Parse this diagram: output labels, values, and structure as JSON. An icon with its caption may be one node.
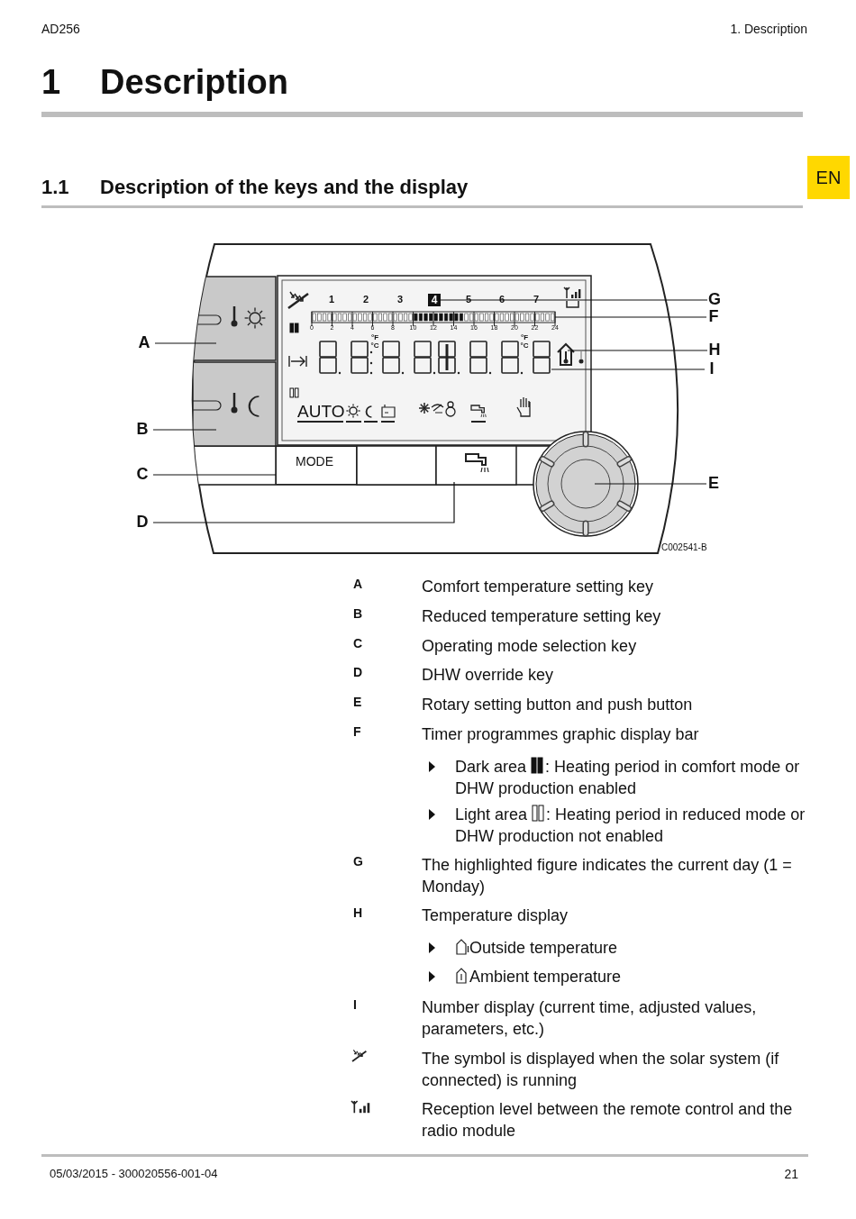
{
  "diagram": {
    "title": "Description",
    "nodes": [
      {
        "text": [
          "A"
        ]
      },
      {
        "text": [],
        "shape": "box"
      },
      {
        "text": [
          "B"
        ]
      },
      {
        "text": [],
        "shape": "box"
      },
      {
        "text": [
          "C"
        ]
      },
      {
        "text": [
          "MODE"
        ]
      },
      {
        "text": [
          "D"
        ]
      },
      {
        "text": [],
        "shape": "box"
      },
      {
        "text": [
          "E"
        ]
      },
      {
        "text": [],
        "shape": "circle"
      },
      {
        "text": [
          "F"
        ]
      },
      {
        "text": [],
        "shape": "bar"
      },
      {
        "text": [
          "G"
        ]
      },
      {
        "text": [
          "4"
        ]
      },
      {
        "text": [
          "H"
        ]
      },
      {
        "text": [],
        "shape": "house"
      },
      {
        "text": [
          "I"
        ]
      },
      {
        "text": [],
        "shape": "box"
      }
    ],
    "edges": [
      {
        "from": 0,
        "to": 1,
        "arrow": "none"
      },
      {
        "from": 2,
        "to": 3,
        "arrow": "none"
      },
      {
        "from": 4,
        "to": 5,
        "arrow": "none"
      },
      {
        "from": 6,
        "to": 7,
        "arrow": "none"
      },
      {
        "from": 8,
        "to": 9,
        "arrow": "none"
      },
      {
        "from": 10,
        "to": 11,
        "arrow": "none"
      },
      {
        "from": 12,
        "to": 13,
        "arrow": "none"
      },
      {
        "from": 14,
        "to": 15,
        "arrow": "none"
      },
      {
        "from": 16,
        "to": 17,
        "arrow": "none"
      }
    ],
    "labels": [
      "AD256",
      "1. Description",
      "1",
      "EN",
      "1.1",
      "Description of the keys and the display",
      "1",
      "2",
      "3",
      "5",
      "6",
      "7",
      "0",
      "2",
      "4",
      "6",
      "8",
      "10",
      "12",
      "14",
      "16",
      "18",
      "20",
      "22",
      "24",
      "°F",
      "°C",
      "°F",
      "°C",
      "AUTO",
      "C002541-B",
      "A",
      "Comfort temperature setting key",
      "B",
      "Reduced temperature setting key",
      "C",
      "Operating mode selection key",
      "D",
      "DHW override key",
      "E",
      "Rotary setting button and push button",
      "F",
      "Timer programmes graphic display bar",
      "Dark area",
      ": Heating period in comfort mode or DHW production enabled",
      "Light area",
      ": Heating period in reduced mode or DHW production not enabled",
      "G",
      "The highlighted figure indicates the current day (1 = Monday)",
      "H",
      "Temperature display",
      "Outside temperature",
      "Ambient temperature",
      "I",
      "Number display (current time, adjusted values, parameters, etc.)",
      "The symbol is displayed when the solar system (if connected) is running",
      "Reception level between the remote control and the radio module",
      "05/03/2015  - 300020556-001-04",
      "21"
    ]
  }
}
